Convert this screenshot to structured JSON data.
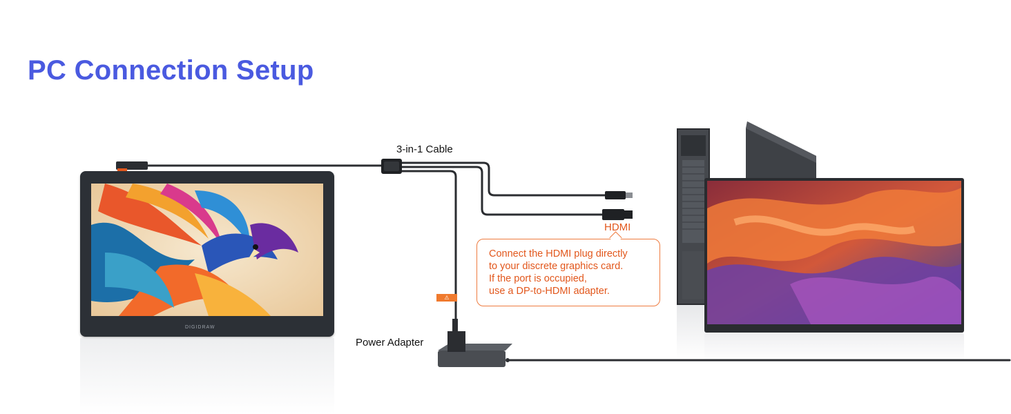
{
  "title": "PC Connection Setup",
  "labels": {
    "cable": "3-in-1 Cable",
    "power_adapter": "Power Adapter",
    "hdmi": "HDMI"
  },
  "note": {
    "lines": [
      "Connect the HDMI plug directly",
      "to your discrete graphics card.",
      "If the port is occupied,",
      "use a DP-to-HDMI adapter."
    ]
  },
  "brand": "DIGIDRAW",
  "warning_symbol": "⚠",
  "colors": {
    "title": "#4a5ae0",
    "accent": "#e2571c",
    "cable": "#2b2d31",
    "warning_tag": "#f07a2e"
  }
}
